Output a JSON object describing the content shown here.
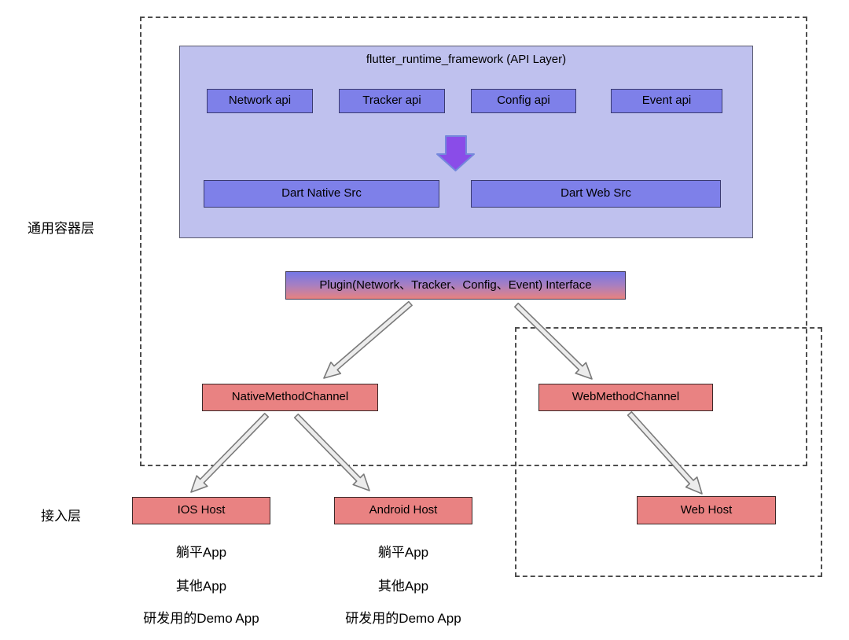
{
  "diagram": {
    "labels": {
      "container_layer": "通用容器层",
      "access_layer": "接入层"
    },
    "framework": {
      "title": "flutter_runtime_framework (API Layer)",
      "apis": [
        {
          "label": "Network api"
        },
        {
          "label": "Tracker api"
        },
        {
          "label": "Config api"
        },
        {
          "label": "Event api"
        }
      ],
      "sources": [
        {
          "label": "Dart Native Src"
        },
        {
          "label": "Dart Web Src"
        }
      ]
    },
    "plugin": {
      "label": "Plugin(Network、Tracker、Config、Event) Interface"
    },
    "channels": [
      {
        "label": "NativeMethodChannel"
      },
      {
        "label": "WebMethodChannel"
      }
    ],
    "hosts": [
      {
        "label": "IOS Host"
      },
      {
        "label": "Android Host"
      },
      {
        "label": "Web Host"
      }
    ],
    "app_lists": {
      "ios": [
        "躺平App",
        "其他App",
        "研发用的Demo App"
      ],
      "android": [
        "躺平App",
        "其他App",
        "研发用的Demo App"
      ]
    },
    "colors": {
      "framework_fill": "#bfc1ee",
      "api_fill": "#7e80e9",
      "channel_fill": "#e98282",
      "plugin_gradient_top": "#7477e6",
      "plugin_gradient_bottom": "#e8827f",
      "block_arrow": "#8a4ce8",
      "flow_arrow_fill": "#ececec"
    }
  }
}
